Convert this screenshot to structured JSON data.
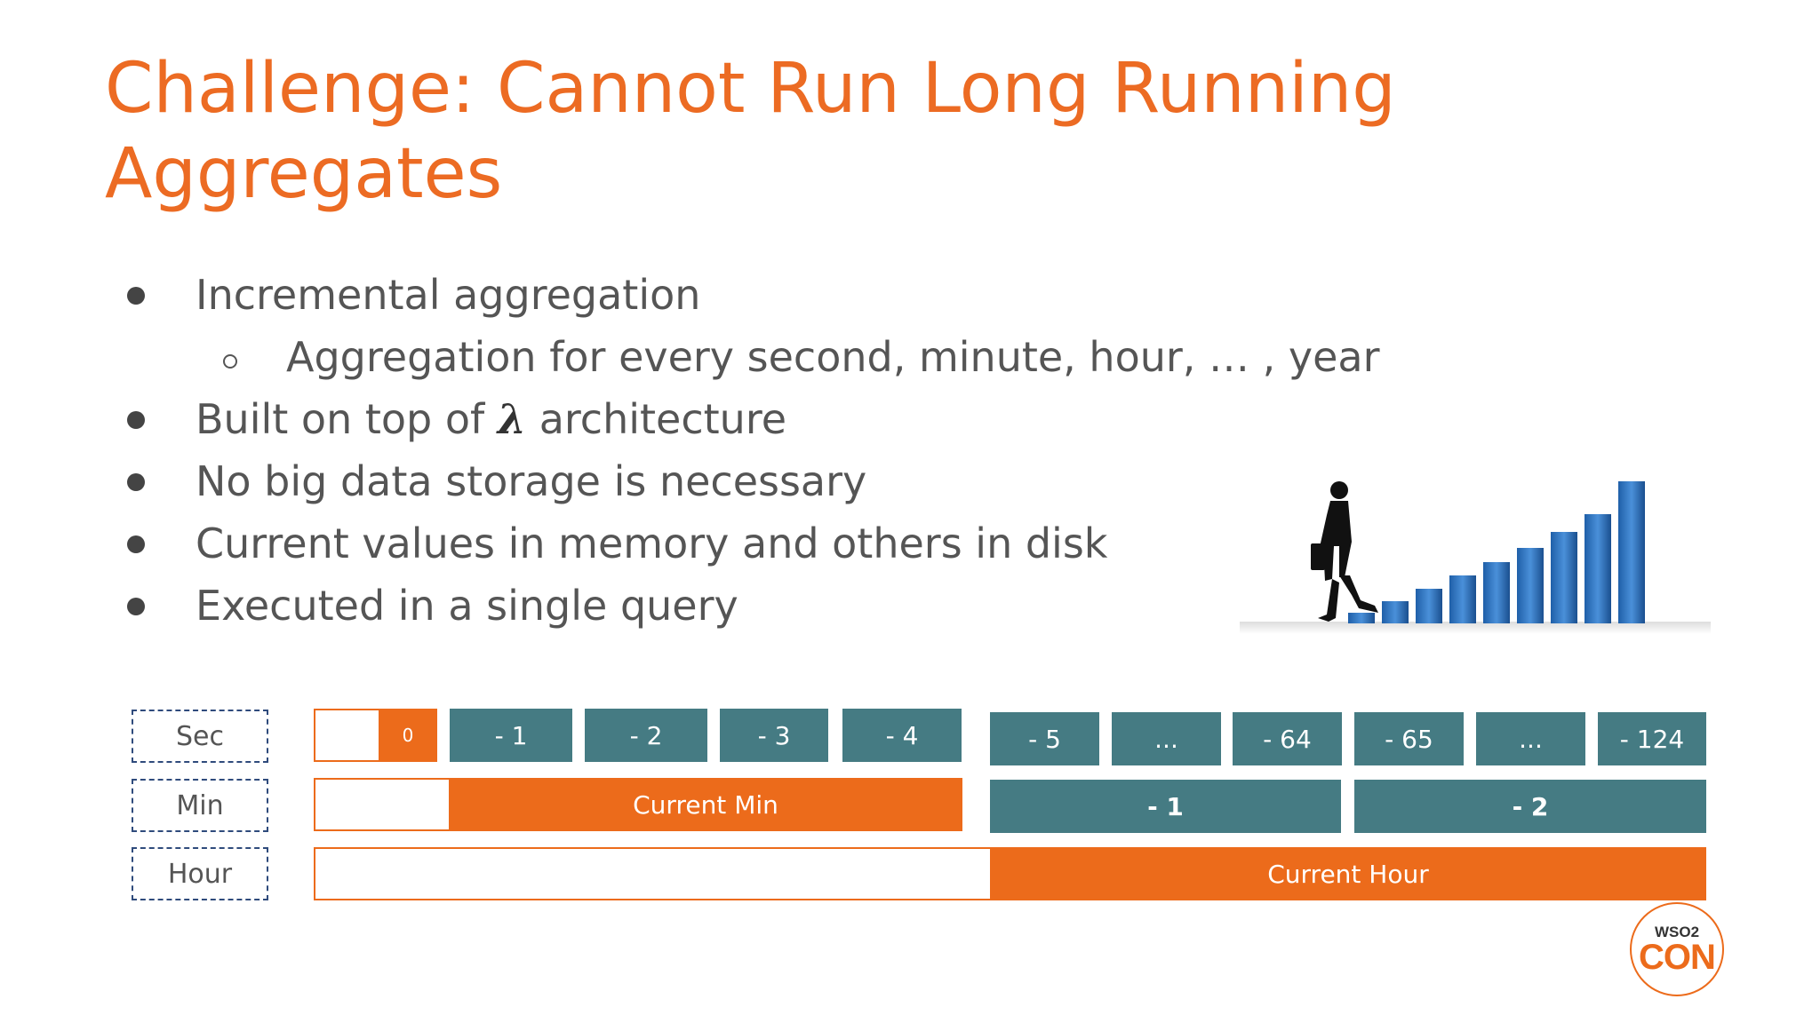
{
  "slide": {
    "title": "Challenge: Cannot Run Long Running Aggregates",
    "bullets": [
      {
        "text": "Incremental aggregation",
        "level": 1
      },
      {
        "text": "Aggregation for every second, minute, hour,  … , year",
        "level": 2
      },
      {
        "text_before": "Built on top of ",
        "symbol": "λ",
        "text_after": " architecture",
        "level": 1
      },
      {
        "text": "No big data storage is necessary",
        "level": 1
      },
      {
        "text": "Current values in memory and others in disk",
        "level": 1
      },
      {
        "text": "Executed in a single query",
        "level": 1
      }
    ]
  },
  "timeline": {
    "row_labels": [
      "Sec",
      "Min",
      "Hour"
    ],
    "sec_cells": [
      "0",
      "- 1",
      "- 2",
      "- 3",
      "- 4",
      "- 5",
      "...",
      "- 64",
      "- 65",
      "...",
      "- 124"
    ],
    "min_cells": [
      "Current Min",
      "- 1",
      "- 2"
    ],
    "hour_cells": [
      "Current Hour"
    ]
  },
  "colors": {
    "accent": "#ec6b1b",
    "teal": "#457b83",
    "label_border": "#2f4b7c"
  },
  "logo": {
    "top": "WSO2",
    "main": "CON"
  }
}
